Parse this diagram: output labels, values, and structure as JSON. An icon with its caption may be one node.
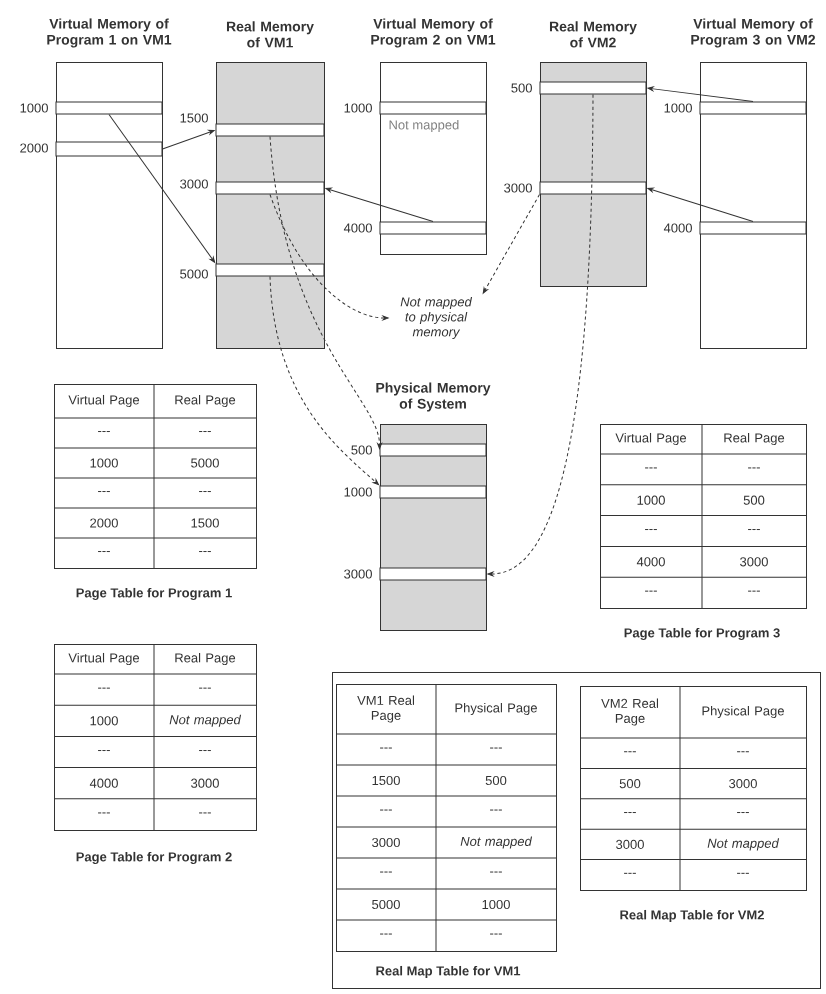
{
  "diagram": {
    "nodes": [
      {
        "text": [
          "Virtual Memory of Program 1 on VM1"
        ]
      },
      {
        "text": [],
        "shape": "bar",
        "in": 0,
        "beside": [
          "1000"
        ]
      },
      {
        "text": [],
        "shape": "bar",
        "in": 0,
        "beside": [
          "2000"
        ]
      },
      {
        "text": [
          "Real Memory of VM1"
        ]
      },
      {
        "text": [],
        "shape": "bar",
        "in": 3,
        "beside": [
          "1500"
        ]
      },
      {
        "text": [],
        "shape": "bar",
        "in": 3,
        "beside": [
          "3000"
        ]
      },
      {
        "text": [],
        "shape": "bar",
        "in": 3,
        "beside": [
          "5000"
        ]
      },
      {
        "text": [
          "Virtual Memory of Program 2 on VM1"
        ]
      },
      {
        "text": [],
        "shape": "bar",
        "in": 7,
        "beside": [
          "1000",
          "Not mapped"
        ]
      },
      {
        "text": [],
        "shape": "bar",
        "in": 7,
        "beside": [
          "4000"
        ]
      },
      {
        "text": [
          "Real Memory of VM2"
        ]
      },
      {
        "text": [],
        "shape": "bar",
        "in": 10,
        "beside": [
          "500"
        ]
      },
      {
        "text": [],
        "shape": "bar",
        "in": 10,
        "beside": [
          "3000"
        ]
      },
      {
        "text": [
          "Virtual Memory of Program 3 on VM2"
        ]
      },
      {
        "text": [],
        "shape": "bar",
        "in": 13,
        "beside": [
          "1000"
        ]
      },
      {
        "text": [],
        "shape": "bar",
        "in": 13,
        "beside": [
          "4000"
        ]
      },
      {
        "text": [
          "Not mapped to physical memory"
        ]
      },
      {
        "text": [
          "Physical Memory of System"
        ]
      },
      {
        "text": [],
        "shape": "bar",
        "in": 17,
        "beside": [
          "500"
        ]
      },
      {
        "text": [],
        "shape": "bar",
        "in": 17,
        "beside": [
          "1000"
        ]
      },
      {
        "text": [],
        "shape": "bar",
        "in": 17,
        "beside": [
          "3000"
        ]
      },
      {
        "text": [
          "Virtual Page",
          "Real Page",
          "---",
          "---",
          "1000",
          "5000",
          "---",
          "---",
          "2000",
          "1500",
          "---",
          "---"
        ],
        "beside": [
          "Page Table for Program 1"
        ]
      },
      {
        "text": [
          "Virtual Page",
          "Real Page",
          "---",
          "---",
          "1000",
          "500",
          "---",
          "---",
          "4000",
          "3000",
          "---",
          "---"
        ],
        "beside": [
          "Page Table for Program 3"
        ]
      },
      {
        "text": [
          "Virtual Page",
          "Real Page",
          "---",
          "---",
          "1000",
          "Not mapped",
          "---",
          "---",
          "4000",
          "3000",
          "---",
          "---"
        ],
        "beside": [
          "Page Table for Program 2"
        ]
      },
      {
        "text": [
          "Real Map Table for VM1"
        ]
      },
      {
        "text": [
          "VM1 Real Page",
          "Physical Page",
          "---",
          "---",
          "1500",
          "500",
          "---",
          "---",
          "3000",
          "Not mapped",
          "---",
          "---",
          "5000",
          "1000",
          "---",
          "---"
        ],
        "in": 24
      },
      {
        "text": [
          "VM2 Real Page",
          "Physical Page",
          "---",
          "---",
          "500",
          "3000",
          "---",
          "---",
          "3000",
          "Not mapped",
          "---",
          "---"
        ],
        "in": 24,
        "beside": [
          "Real Map Table for VM2"
        ]
      }
    ],
    "edges": [
      {
        "from": 1,
        "to": 6,
        "arrow": "to"
      },
      {
        "from": 2,
        "to": 4,
        "arrow": "to"
      },
      {
        "from": 9,
        "to": 5,
        "arrow": "to"
      },
      {
        "from": 14,
        "to": 11,
        "arrow": "to"
      },
      {
        "from": 15,
        "to": 12,
        "arrow": "to"
      },
      {
        "from": 4,
        "to": 18,
        "arrow": "to",
        "style": "dashed"
      },
      {
        "from": 5,
        "to": 16,
        "arrow": "to",
        "style": "dashed"
      },
      {
        "from": 6,
        "to": 19,
        "arrow": "to",
        "style": "dashed"
      },
      {
        "from": 11,
        "to": 20,
        "arrow": "to",
        "style": "dashed"
      },
      {
        "from": 12,
        "to": 16,
        "arrow": "to",
        "style": "dashed"
      }
    ]
  }
}
